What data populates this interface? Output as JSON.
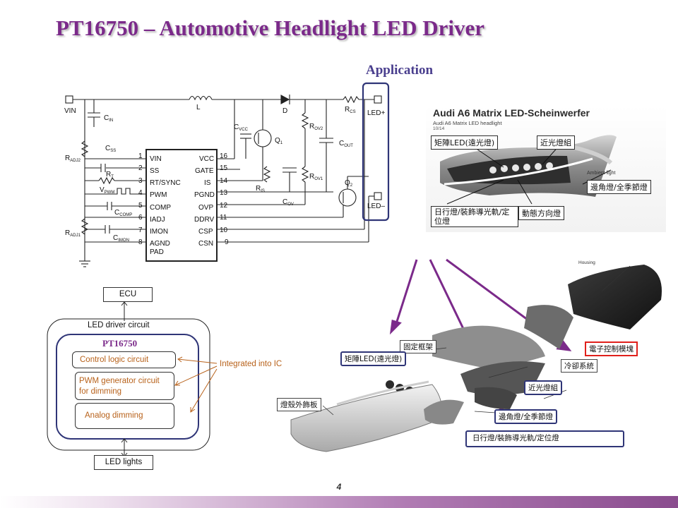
{
  "title": "PT16750 – Automotive Headlight  LED  Driver",
  "application_label": "Application",
  "page_number": "4",
  "colors": {
    "title": "#7b2a8a",
    "accent_purple": "#7b2a8a",
    "navy": "#2f3577",
    "label_orange": "#b8621b",
    "highlight_red": "#e0201b"
  },
  "schematic": {
    "vin": "VIN",
    "cin": "C",
    "cin_sub": "IN",
    "inductor": "L",
    "diode": "D",
    "rcs": "R",
    "rcs_sub": "CS",
    "led_plus": "LED+",
    "led_minus": "LED–",
    "cvcc": "C",
    "cvcc_sub": "VCC",
    "q1": "Q",
    "q1_sub": "1",
    "q2": "Q",
    "q2_sub": "2",
    "rov2": "R",
    "rov2_sub": "OV2",
    "rov1": "R",
    "rov1_sub": "OV1",
    "cout": "C",
    "cout_sub": "OUT",
    "cov": "C",
    "cov_sub": "OV",
    "ris": "R",
    "ris_sub": "IS",
    "css": "C",
    "css_sub": "SS",
    "radj2": "R",
    "radj2_sub": "ADJ2",
    "rt": "R",
    "rt_sub": "T",
    "vpwm": "V",
    "vpwm_sub": "PWM",
    "ccomp": "C",
    "ccomp_sub": "COMP",
    "radj1": "R",
    "radj1_sub": "ADJ1",
    "cimon": "C",
    "cimon_sub": "IMON",
    "left_pins": [
      {
        "num": "1",
        "name": "VIN"
      },
      {
        "num": "2",
        "name": "SS"
      },
      {
        "num": "3",
        "name": "RT/SYNC"
      },
      {
        "num": "4",
        "name": "PWM"
      },
      {
        "num": "5",
        "name": "COMP"
      },
      {
        "num": "6",
        "name": "IADJ"
      },
      {
        "num": "7",
        "name": "IMON"
      },
      {
        "num": "8",
        "name": "AGND"
      }
    ],
    "pad_label": "PAD",
    "right_pins": [
      {
        "num": "16",
        "name": "VCC"
      },
      {
        "num": "15",
        "name": "GATE"
      },
      {
        "num": "14",
        "name": "IS"
      },
      {
        "num": "13",
        "name": "PGND"
      },
      {
        "num": "12",
        "name": "OVP"
      },
      {
        "num": "11",
        "name": "DDRV"
      },
      {
        "num": "10",
        "name": "CSP"
      },
      {
        "num": "9",
        "name": "CSN"
      }
    ]
  },
  "block_diagram": {
    "ecu": "ECU",
    "driver_circuit": "LED driver  circuit",
    "ic_name": "PT16750",
    "control_logic": "Control  logic circuit",
    "pwm_line1": "PWM generator  circuit",
    "pwm_line2": "for dimming",
    "analog_dimming": "Analog dimming",
    "integrated": "Integrated into IC",
    "led_lights": "LED lights"
  },
  "headlight_photo": {
    "title": "Audi A6 Matrix LED-Scheinwerfer",
    "subtitle": "Audi A6 Matrix LED headlight",
    "date": "10/14",
    "label_matrix": "矩陣LED(遠光燈)",
    "label_low": "近光燈組",
    "label_ambient": "Ambient light",
    "label_corner": "邊角燈/全季節燈",
    "label_drl": "日行燈/裝飾導光軌/定位燈",
    "label_dynamic": "動態方向燈"
  },
  "exploded_view": {
    "housing": "Housing",
    "frame": "固定框架",
    "ecm": "電子控制模塊",
    "matrix": "矩陣LED(遠光燈)",
    "cooling": "冷卻系統",
    "low_beam": "近光燈組",
    "trim": "燈殼外飾板",
    "corner": "邊角燈/全季節燈",
    "drl": "日行燈/裝飾導光軌/定位燈"
  }
}
